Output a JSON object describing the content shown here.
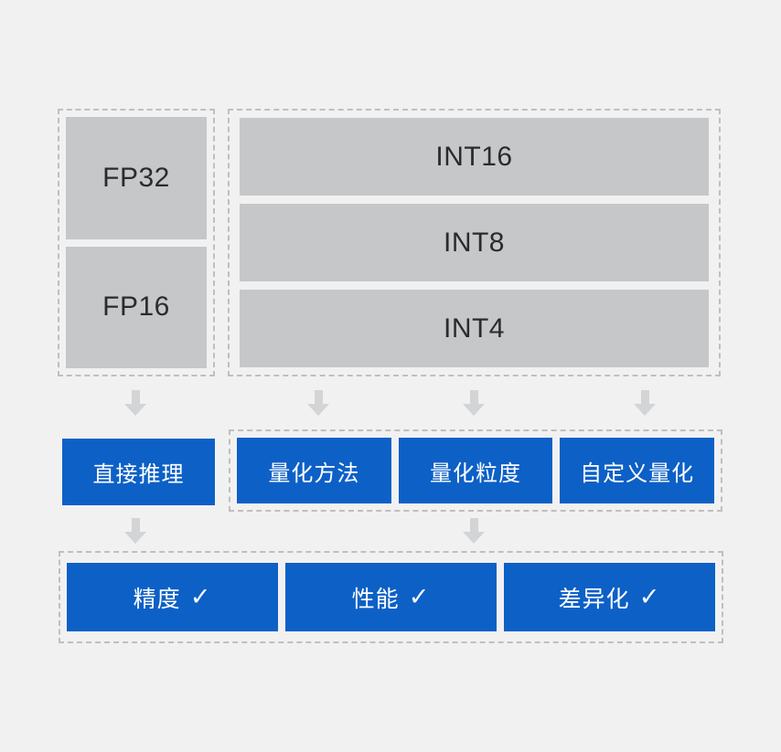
{
  "colors": {
    "bg": "#f1f1f2",
    "node-gray": "#c6c7c8",
    "node-blue": "#0d60c6",
    "dash-border": "#bfbfbf",
    "arrow": "#d3d4d5",
    "gray-text": "#2b2b2b",
    "blue-text": "#ffffff"
  },
  "top": {
    "fp_panel": {
      "items": [
        {
          "label": "FP32"
        },
        {
          "label": "FP16"
        }
      ]
    },
    "int_panel": {
      "items": [
        {
          "label": "INT16"
        },
        {
          "label": "INT8"
        },
        {
          "label": "INT4"
        }
      ]
    }
  },
  "middle": {
    "direct": {
      "label": "直接推理"
    },
    "quant_panel": {
      "items": [
        {
          "label": "量化方法"
        },
        {
          "label": "量化粒度"
        },
        {
          "label": "自定义量化"
        }
      ]
    }
  },
  "bottom": {
    "result_panel": {
      "items": [
        {
          "label": "精度",
          "check": "✓"
        },
        {
          "label": "性能",
          "check": "✓"
        },
        {
          "label": "差异化",
          "check": "✓"
        }
      ]
    }
  }
}
